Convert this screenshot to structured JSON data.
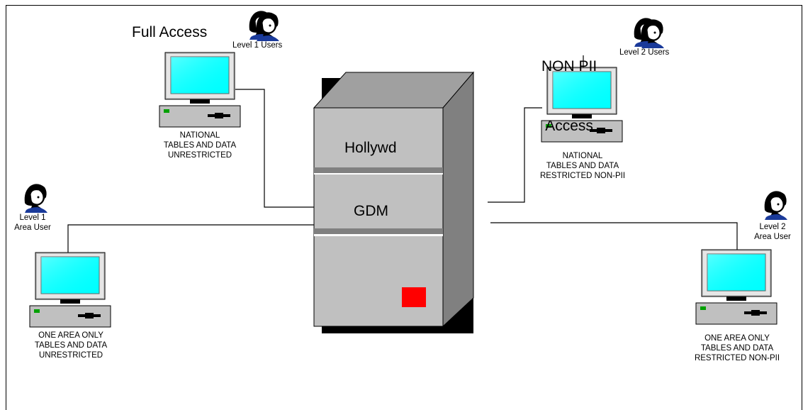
{
  "server": {
    "sections": [
      "Hollywd",
      "GDM"
    ],
    "indicator_color": "#ff0000",
    "body_color": "#c0c0c0"
  },
  "groups": [
    {
      "id": "full-access",
      "heading": "Full Access",
      "users": "Level 1 Users",
      "caption": [
        "NATIONAL",
        "TABLES AND DATA",
        "UNRESTRICTED"
      ]
    },
    {
      "id": "non-pii-access",
      "heading": [
        "NON PII",
        "Access"
      ],
      "users": "Level 2 Users",
      "caption": [
        "NATIONAL",
        "TABLES AND DATA",
        "RESTRICTED NON-PII"
      ]
    },
    {
      "id": "level1-area",
      "users": [
        "Level 1",
        "Area User"
      ],
      "caption": [
        "ONE AREA ONLY",
        "TABLES AND DATA",
        "UNRESTRICTED"
      ]
    },
    {
      "id": "level2-area",
      "users": [
        "Level 2",
        "Area User"
      ],
      "caption": [
        "ONE AREA ONLY",
        "TABLES AND DATA",
        "RESTRICTED NON-PII"
      ]
    }
  ],
  "icons": {
    "user": "user-person-icon",
    "users": "user-group-icon",
    "workstation": "desktop-computer-icon",
    "server": "server-tower-icon"
  },
  "colors": {
    "screen": "#00ffff",
    "line": "#000000"
  }
}
